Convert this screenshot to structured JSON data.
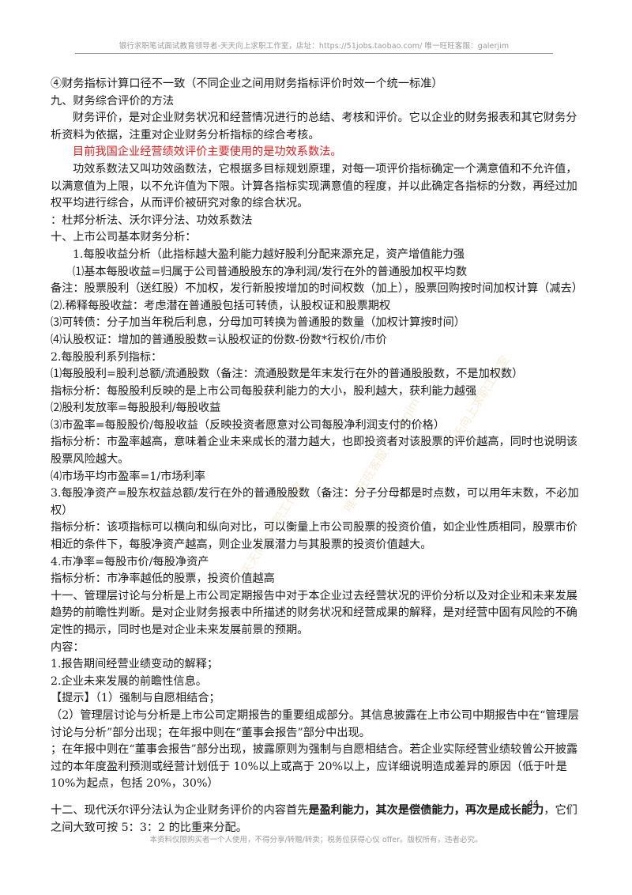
{
  "header": "银行求职笔试面试教育领导者-天天向上求职工作室，店址：https://51jobs.taobao.com/ 唯一旺旺客服：galerjim",
  "lines": [
    {
      "t": "④财务指标计算口径不一致（不同企业之间用财务指标评价时效一个统一标准）"
    },
    {
      "t": "九、财务综合评价的方法"
    },
    {
      "t": "财务评价，是对企业财务状况和经营情况进行的总结、考核和评价。它以企业的财务报表和其它财务分析资料为依据，注重对企业财务分析指标的综合考核。"
    },
    {
      "t": "目前我国企业经营绩效评价主要使用的是功效系数法。"
    },
    {
      "t": "功效系数法又叫功效函数法，它根据多目标规划原理，对每一项评价指标确定一个满意值和不允许值，以满意值为上限，以不允许值为下限。计算各指标实现满意值的程度，并以此确定各指标的分数，再经过加权平均进行综合，从而评价被研究对象的综合状况。"
    },
    {
      "t": "：杜邦分析法、沃尔评分法、功效系数法"
    },
    {
      "t": "十、上市公司基本财务分析："
    },
    {
      "t": "1.每股收益分析（此指标越大盈利能力越好股利分配来源充足，资产增值能力强"
    },
    {
      "t": "⑴基本每股收益=归属于公司普通股股东的净利润/发行在外的普通股加权平均数"
    },
    {
      "t": "备注：股票股利（送红股）不加权，发行新股按增加的时间权数（加上），股票回购按时间加权计算（减去）"
    },
    {
      "t": "⑵.稀释每股收益：考虑潜在普通股包括可转债，认股权证和股票期权"
    },
    {
      "t": "⑶可转债：分子加当年税后利息，分母加可转换为普通股的数量（加权计算按时间）"
    },
    {
      "t": "⑷认股权证：增加的普通股股数=认股权证的份数-份数*行权价/市价"
    },
    {
      "t": "2.每股股利系列指标："
    },
    {
      "t": "⑴每股股利=股利总额/流通股数（备注：流通股数是年末发行在外的普通股股数，不是加权数）"
    },
    {
      "t": "指标分析：每股股利反映的是上市公司每股获利能力的大小，股利越大，获利能力越强"
    },
    {
      "t": "⑵股利发放率=每股股利/每股收益"
    },
    {
      "t": "⑶市盈率=每股股价/每股收益（反映投资者愿意对公司每股净利润支付的价格）"
    },
    {
      "t": "指标分析：市盈率越高，意味着企业未来成长的潜力越大，也即投资者对该股票的评价越高，同时也说明该股票风险越大。"
    },
    {
      "t": "⑷市场平均市盈率=1/市场利率"
    },
    {
      "t": "3.每股净资产=股东权益总额/发行在外的普通股股数（备注：分子分母都是时点数，可以用年末数，不必加权）"
    },
    {
      "t": "指标分析：该项指标可以横向和纵向对比，可以衡量上市公司股票的投资价值，如企业性质相同，股票市价相近的条件下，每股净资产越高，则企业发展潜力与其股票的投资价值越大。"
    },
    {
      "t": "4.市净率=每股市价/每股净资产"
    },
    {
      "t": "指标分析：市净率越低的股票，投资价值越高"
    },
    {
      "t": "十一、管理层讨论与分析是上市公司定期报告中对于本企业过去经营状况的评价分析以及对企业和未来发展趋势的前瞻性判断。是对企业财务报表中所描述的财务状况和经营成果的解释，是对经营中固有风险的不确定性的揭示，同时也是对企业未来发展前景的预期。"
    },
    {
      "t": "内容："
    },
    {
      "t": "1.报告期间经营业绩变动的解释；"
    },
    {
      "t": "2.企业未来发展的前瞻性信息。"
    },
    {
      "t": "【提示】（1）强制与自愿相结合；"
    },
    {
      "t": "（2）管理层讨论与分析是上市公司定期报告的重要组成部分。其信息披露在上市公司中期报告中在“管理层讨论与分析”部分出现；在年报中则在“董事会报告”部分中出现。"
    },
    {
      "t": "；在年报中则在“董事会报告”部分出现，披露原则为强制与自愿相结合。若企业实际经营业绩较曾公开披露过的本年度盈利预测或经营计划低于 10%以上或高于 20%以上，应详细说明造成差异的原因（低于叶是 10%为起点，包括 20%，30%）"
    },
    {
      "a": "十二、现代沃尔评分法认为企业财务评价的内容首先",
      "b": "是盈利能力，其次是偿债能力，再次是成长能力",
      "c": "，它们之间大致可按 5：3：2 的比重来分配。"
    }
  ],
  "page_number": "44",
  "footer": "本资料仅限购买者一个人使用，不得分享/转赠/转卖；税务位获得心仪 offer。版权所有，违者必究。"
}
